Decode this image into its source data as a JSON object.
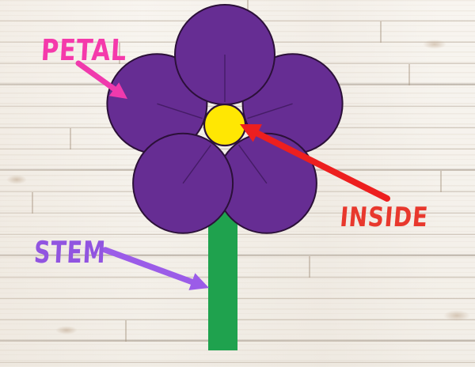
{
  "labels": {
    "petal": "PETAL",
    "inside": "INSIDE",
    "stem": "STEM"
  },
  "flower": {
    "petal_count": 5
  },
  "colors": {
    "wood_base": "#f6f2ec",
    "petal_fill": "#662d93",
    "petal_outline": "#2b1038",
    "petal_vein": "#451c66",
    "flower_center_fill": "#ffe703",
    "stem_fill": "#1fa24e",
    "petal_label": "#f53aab",
    "petal_arrow": "#f03aad",
    "inside_label": "#e8382d",
    "inside_arrow": "#ed1f1f",
    "stem_label": "#9154e0",
    "stem_arrow": "#9b5ce8"
  }
}
